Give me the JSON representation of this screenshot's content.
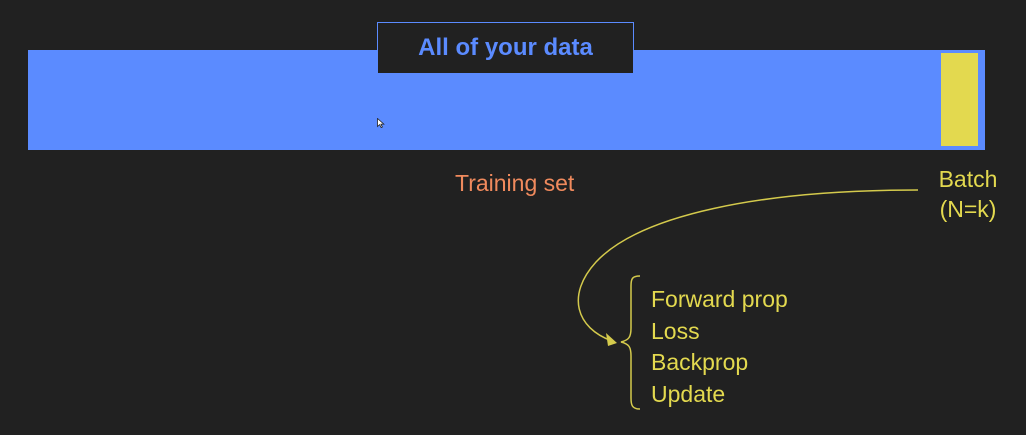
{
  "title_box": {
    "label": "All of your data"
  },
  "training_set": {
    "label": "Training set"
  },
  "batch": {
    "line1": "Batch",
    "line2": "(N=k)"
  },
  "steps": [
    "Forward prop",
    "Loss",
    "Backprop",
    "Update"
  ],
  "colors": {
    "background": "#212121",
    "data_bar": "#5b8bff",
    "batch": "#e3d94f",
    "training_label": "#f08a5d"
  }
}
